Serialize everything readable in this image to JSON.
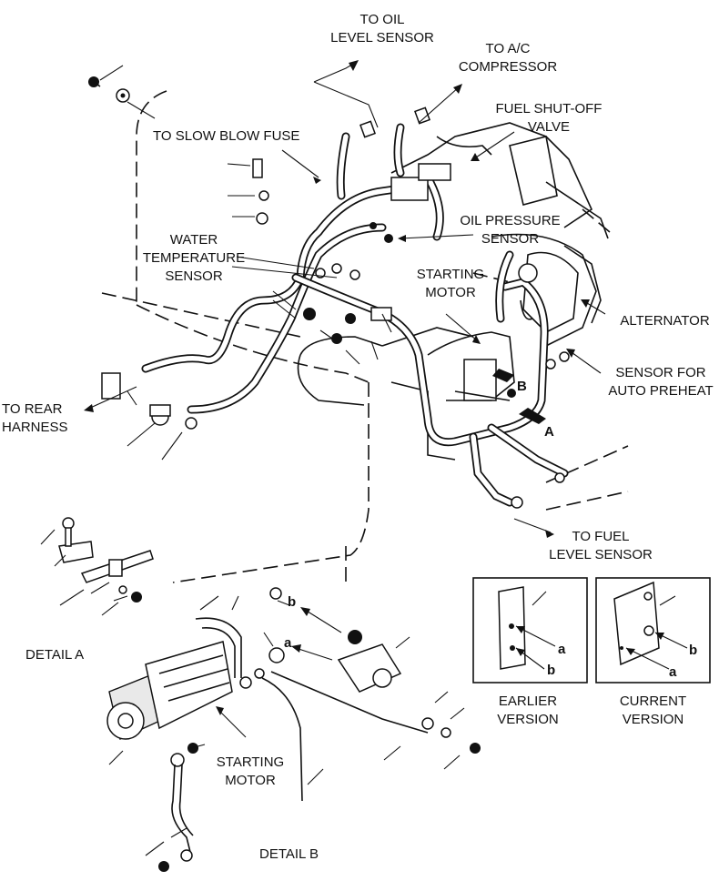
{
  "labels": {
    "to_oil_level_sensor": "TO OIL\nLEVEL SENSOR",
    "to_ac_compressor": "TO A/C\nCOMPRESSOR",
    "fuel_shutoff_valve": "FUEL SHUT-OFF\nVALVE",
    "to_slow_blow_fuse": "TO SLOW BLOW FUSE",
    "oil_pressure_sensor": "OIL PRESSURE\nSENSOR",
    "water_temperature_sensor": "WATER\nTEMPERATURE\nSENSOR",
    "starting_motor_top": "STARTING\nMOTOR",
    "alternator": "ALTERNATOR",
    "sensor_auto_preheat": "SENSOR FOR\nAUTO PREHEAT",
    "to_rear_harness": "TO REAR\nHARNESS",
    "to_fuel_level_sensor": "TO FUEL\nLEVEL SENSOR",
    "detail_a": "DETAIL A",
    "detail_b": "DETAIL B",
    "starting_motor_bottom": "STARTING\nMOTOR",
    "earlier_version": "EARLIER\nVERSION",
    "current_version": "CURRENT\nVERSION"
  },
  "letters": {
    "A": "A",
    "B": "B",
    "a_small": "a",
    "b_small": "b",
    "inset1_a": "a",
    "inset1_b": "b",
    "inset2_a": "a",
    "inset2_b": "b"
  }
}
